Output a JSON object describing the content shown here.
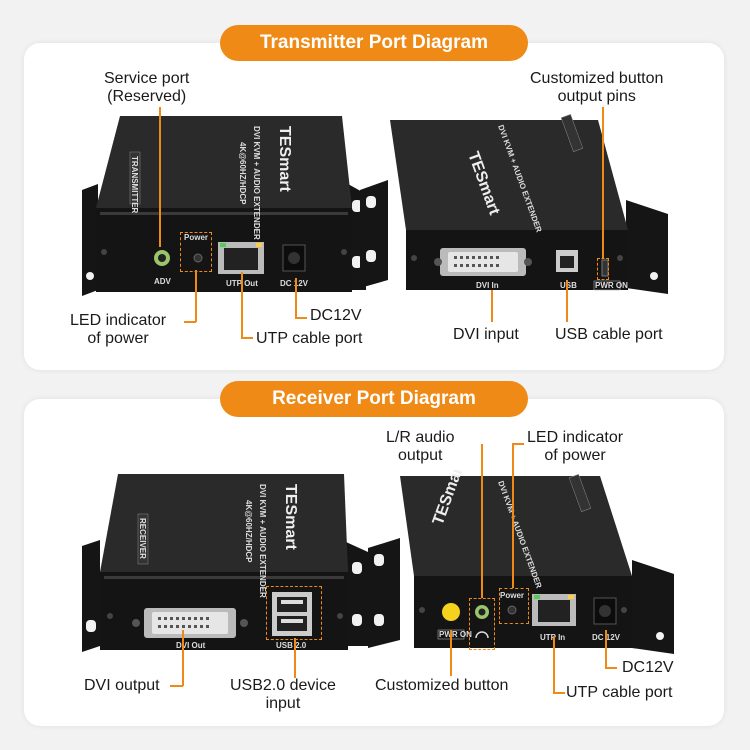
{
  "transmitter": {
    "title": "Transmitter Port Diagram",
    "callouts": {
      "service_port": "Service port\n(Reserved)",
      "custom_pins": "Customized button\noutput pins",
      "led": "LED indicator\nof power",
      "dc": "DC12V",
      "utp": "UTP cable port",
      "dvi": "DVI input",
      "usb": "USB cable port"
    },
    "device_labels": {
      "adv": "ADV",
      "power": "Power",
      "utp_out": "UTP Out",
      "dc12v": "DC 12V",
      "dvi_in": "DVI In",
      "usb": "USB",
      "pwr_on": "PWR ON",
      "brand": "TESmart",
      "extender": "DVI KVM + AUDIO EXTENDER",
      "sub": "4K@60HZ/HDCP",
      "tag": "TRANSMITTER"
    }
  },
  "receiver": {
    "title": "Receiver Port Diagram",
    "callouts": {
      "audio": "L/R audio\noutput",
      "led": "LED indicator\nof power",
      "dc": "DC12V",
      "dvi": "DVI output",
      "usb2": "USB2.0 device\ninput",
      "custom_button": "Customized button",
      "utp": "UTP cable port"
    },
    "device_labels": {
      "dvi_out": "DVI Out",
      "usb20": "USB 2.0",
      "power": "Power",
      "utp_in": "UTP In",
      "dc12v": "DC 12V",
      "pwr_on": "PWR ON",
      "brand": "TESmart",
      "extender": "DVI KVM + AUDIO EXTENDER",
      "sub": "4K@60HZ/HDCP",
      "tag": "RECEIVER"
    }
  },
  "colors": {
    "accent": "#f08a16",
    "device": "#1b1b1b",
    "panel": "#ffffff",
    "background": "#f2f2f2"
  }
}
